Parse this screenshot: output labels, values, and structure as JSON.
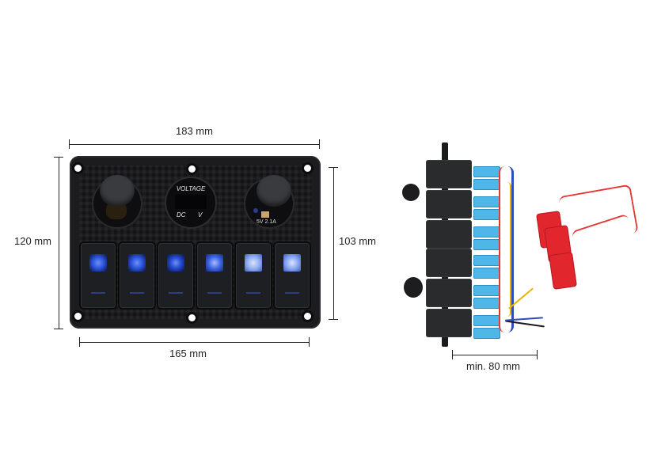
{
  "image": {
    "description": "Product photo of a 6-gang rocker switch panel with voltmeter, 12V socket and USB charger, with dimension annotations",
    "background": "#ffffff"
  },
  "dimensions": {
    "top_width": "183 mm",
    "bottom_width": "165 mm",
    "left_height": "120 mm",
    "right_height": "103 mm",
    "depth": "min. 80 mm"
  },
  "panel": {
    "voltmeter": {
      "title": "VOLTAGE",
      "left_label": "DC",
      "right_label": "V"
    },
    "usb": {
      "label": "5V  2.1A"
    },
    "rocker_switches": [
      {
        "index": 1,
        "light_color": "#2a55e0"
      },
      {
        "index": 2,
        "light_color": "#2a55e0"
      },
      {
        "index": 3,
        "light_color": "#2449d0"
      },
      {
        "index": 4,
        "light_color": "#3a64e6"
      },
      {
        "index": 5,
        "light_color": "#8aa8f0"
      },
      {
        "index": 6,
        "light_color": "#7f9ff0"
      }
    ],
    "colors": {
      "panel": "#1c1c1e",
      "led_blue": "#2a55e0"
    }
  },
  "side_view": {
    "colors": {
      "terminals": "#4fb6e8",
      "fuse_holders": "#e2262e",
      "wire_red": "#e53935",
      "wire_blue": "#2f4fb8",
      "wire_yellow": "#e8b400",
      "wire_black": "#1a1a1a"
    }
  }
}
